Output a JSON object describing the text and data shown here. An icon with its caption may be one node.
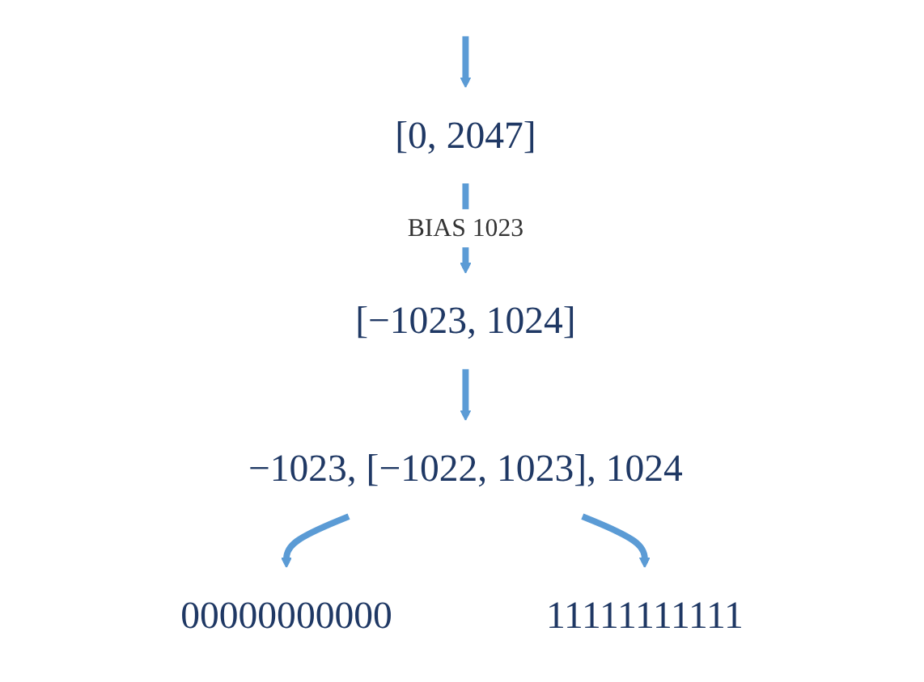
{
  "diagram": {
    "nodes": [
      {
        "text": [
          "[0, 2047]"
        ]
      },
      {
        "text": [
          "[−1023, 1024]"
        ]
      },
      {
        "text": [
          "−1023, [−1022, 1023], 1024"
        ]
      },
      {
        "text": [
          "00000000000"
        ]
      },
      {
        "text": [
          "11111111111"
        ]
      }
    ],
    "edges": [
      {
        "from": null,
        "to": 0,
        "arrow": "to"
      },
      {
        "from": 0,
        "to": 1,
        "arrow": "to",
        "label": "BIAS 1023"
      },
      {
        "from": 1,
        "to": 2,
        "arrow": "to"
      },
      {
        "from": 2,
        "to": 3,
        "arrow": "to"
      },
      {
        "from": 2,
        "to": 4,
        "arrow": "to"
      }
    ]
  }
}
